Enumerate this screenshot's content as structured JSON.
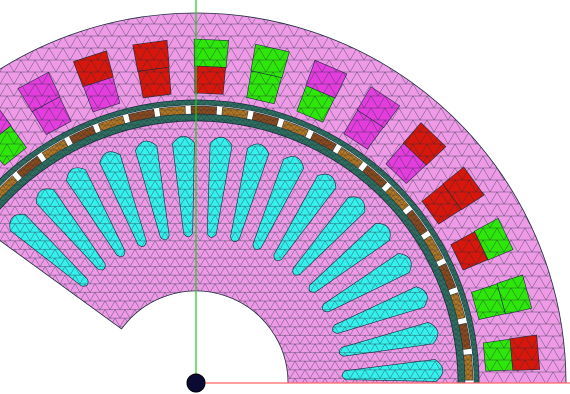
{
  "colors": {
    "background": "#ffffff",
    "lamination": "#ee9ae6",
    "mesh_line": "#1a2a3a",
    "coil_magenta": "#e43ddd",
    "coil_green": "#2ee60a",
    "coil_red": "#d8170c",
    "rotor_bar": "#35f0ec",
    "airgap_band": "#2f6f5f",
    "shield_bronze": "#b37722",
    "shield_brown": "#8c4a1c",
    "axis_x": "#ff6666",
    "axis_y": "#22cc22",
    "origin_marker": "#0a0a33"
  },
  "stator": {
    "slots": 14,
    "phase_pattern": [
      [
        "green",
        "green"
      ],
      [
        "magenta",
        "green"
      ],
      [
        "magenta",
        "magenta"
      ],
      [
        "red",
        "magenta"
      ],
      [
        "red",
        "red"
      ],
      [
        "green",
        "red"
      ],
      [
        "green",
        "green"
      ],
      [
        "magenta",
        "green"
      ],
      [
        "magenta",
        "magenta"
      ],
      [
        "red",
        "magenta"
      ],
      [
        "red",
        "red"
      ],
      [
        "green",
        "red"
      ],
      [
        "green",
        "green"
      ],
      [
        "red",
        "green"
      ]
    ]
  },
  "rotor": {
    "bars": 16
  },
  "axes": {
    "x_axis_icon": "x-axis-line",
    "y_axis_icon": "y-axis-line",
    "origin_icon": "origin-dot"
  }
}
